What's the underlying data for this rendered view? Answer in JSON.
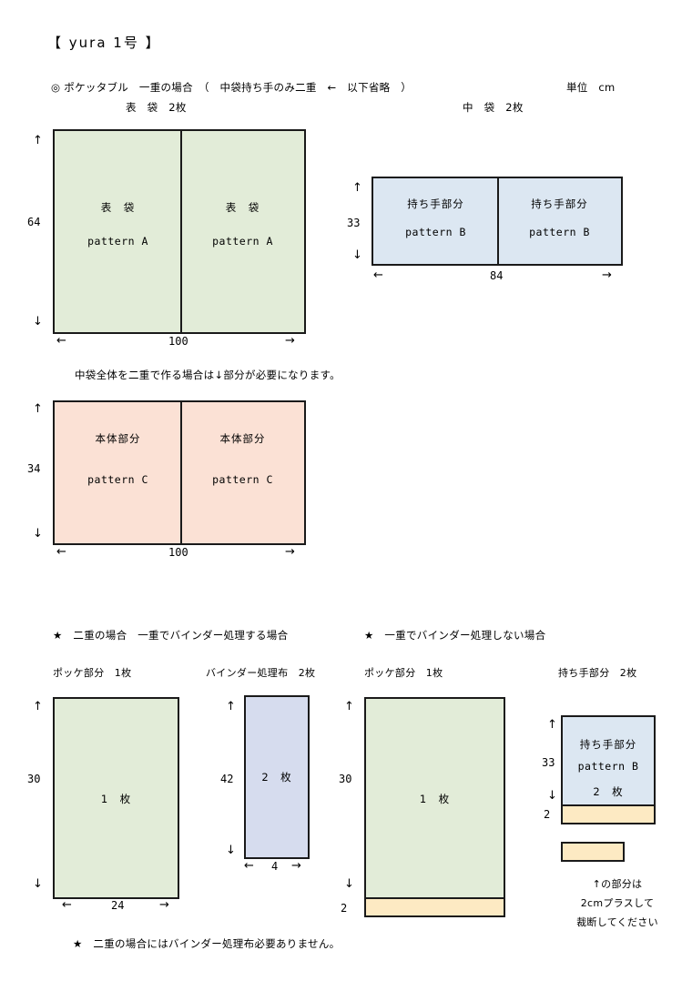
{
  "document": {
    "title": "【 yura 1号 】",
    "header_line": "◎ ポケッタブル　一重の場合　（　中袋持ち手のみ二重　←　以下省略　）",
    "unit_label": "単位　cm",
    "label_omote": "表　袋　2枚",
    "label_naka": "中　袋　2枚",
    "note_double": "中袋全体を二重で作る場合は↓部分が必要になります。",
    "footnote": "★　二重の場合にはバインダー処理布必要ありません。"
  },
  "sections": {
    "left_header": "★　二重の場合　一重でバインダー処理する場合",
    "right_header": "★　一重でバインダー処理しない場合",
    "pocket_label_1": "ポッケ部分　1枚",
    "binder_label": "バインダー処理布　2枚",
    "pocket_label_2": "ポッケ部分　1枚",
    "handle_label": "持ち手部分　2枚"
  },
  "pieces": {
    "omote": {
      "name": "表　袋",
      "pattern": "pattern A",
      "height": "64",
      "width": "100",
      "color": "#e2ecd8",
      "panels": 2
    },
    "handle_top": {
      "name": "持ち手部分",
      "pattern": "pattern B",
      "height": "33",
      "width": "84",
      "color": "#dce7f2",
      "panels": 2
    },
    "hontai": {
      "name": "本体部分",
      "pattern": "pattern C",
      "height": "34",
      "width": "100",
      "color": "#fbe1d5",
      "panels": 2
    },
    "pocket_a": {
      "name": "1　枚",
      "height": "30",
      "width": "24",
      "color": "#e2ecd8"
    },
    "binder": {
      "name": "2　枚",
      "height": "42",
      "width": "4",
      "color": "#d6dcee"
    },
    "pocket_b": {
      "name": "1　枚",
      "height": "30",
      "seam": "2",
      "color": "#e2ecd8",
      "seam_color": "#fdeac3"
    },
    "handle_bottom": {
      "name": "持ち手部分",
      "pattern": "pattern B",
      "count": "2　枚",
      "height": "33",
      "seam": "2",
      "color": "#dce7f2",
      "seam_color": "#fdeac3"
    }
  },
  "arrows": {
    "up": "↑",
    "down": "↓",
    "left": "←",
    "right": "→"
  },
  "seam_note": {
    "line1": "↑の部分は",
    "line2": "2cmプラスして",
    "line3": "裁断してください"
  }
}
